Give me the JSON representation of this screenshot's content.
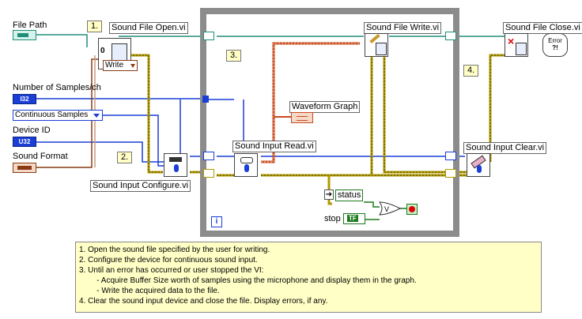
{
  "labels": {
    "file_path": "File Path",
    "num_samples": "Number of Samples/ch",
    "device_id": "Device ID",
    "sound_format": "Sound Format",
    "open_vi": "Sound File Open.vi",
    "configure_vi": "Sound Input Configure.vi",
    "read_vi": "Sound Input Read.vi",
    "write_vi": "Sound File Write.vi",
    "close_vi": "Sound File Close.vi",
    "clear_vi": "Sound Input Clear.vi",
    "waveform_graph": "Waveform Graph",
    "status": "status",
    "stop": "stop"
  },
  "terminals": {
    "num_samples": "I32",
    "device_id": "U32",
    "mode_value": "Continuous Samples",
    "write_value": "Write",
    "open_zero": "0",
    "stop_tf": "TF",
    "error_text": "Error"
  },
  "steps": [
    "1.",
    "2.",
    "3.",
    "4."
  ],
  "loop_iteration": "i",
  "notes": [
    "1. Open the sound file specified by the user for writing.",
    "2. Configure the device for continuous sound input.",
    "3. Until an error has occurred or user stopped the VI:",
    "        - Acquire Buffer Size worth of samples using the microphone and display them in the graph.",
    "        - Write the acquired data to the file.",
    "4. Clear the sound input device and close the file. Display errors, if any."
  ],
  "colors": {
    "path_wire": "#1f8f7a",
    "int_wire": "#1a3fd6",
    "error_wire": "#b09a00",
    "refnum_wire": "#8a3b16",
    "waveform_wire": "#c84a1e",
    "loop_border": "#8c8c8c",
    "comment_bg": "#ffffc6"
  }
}
